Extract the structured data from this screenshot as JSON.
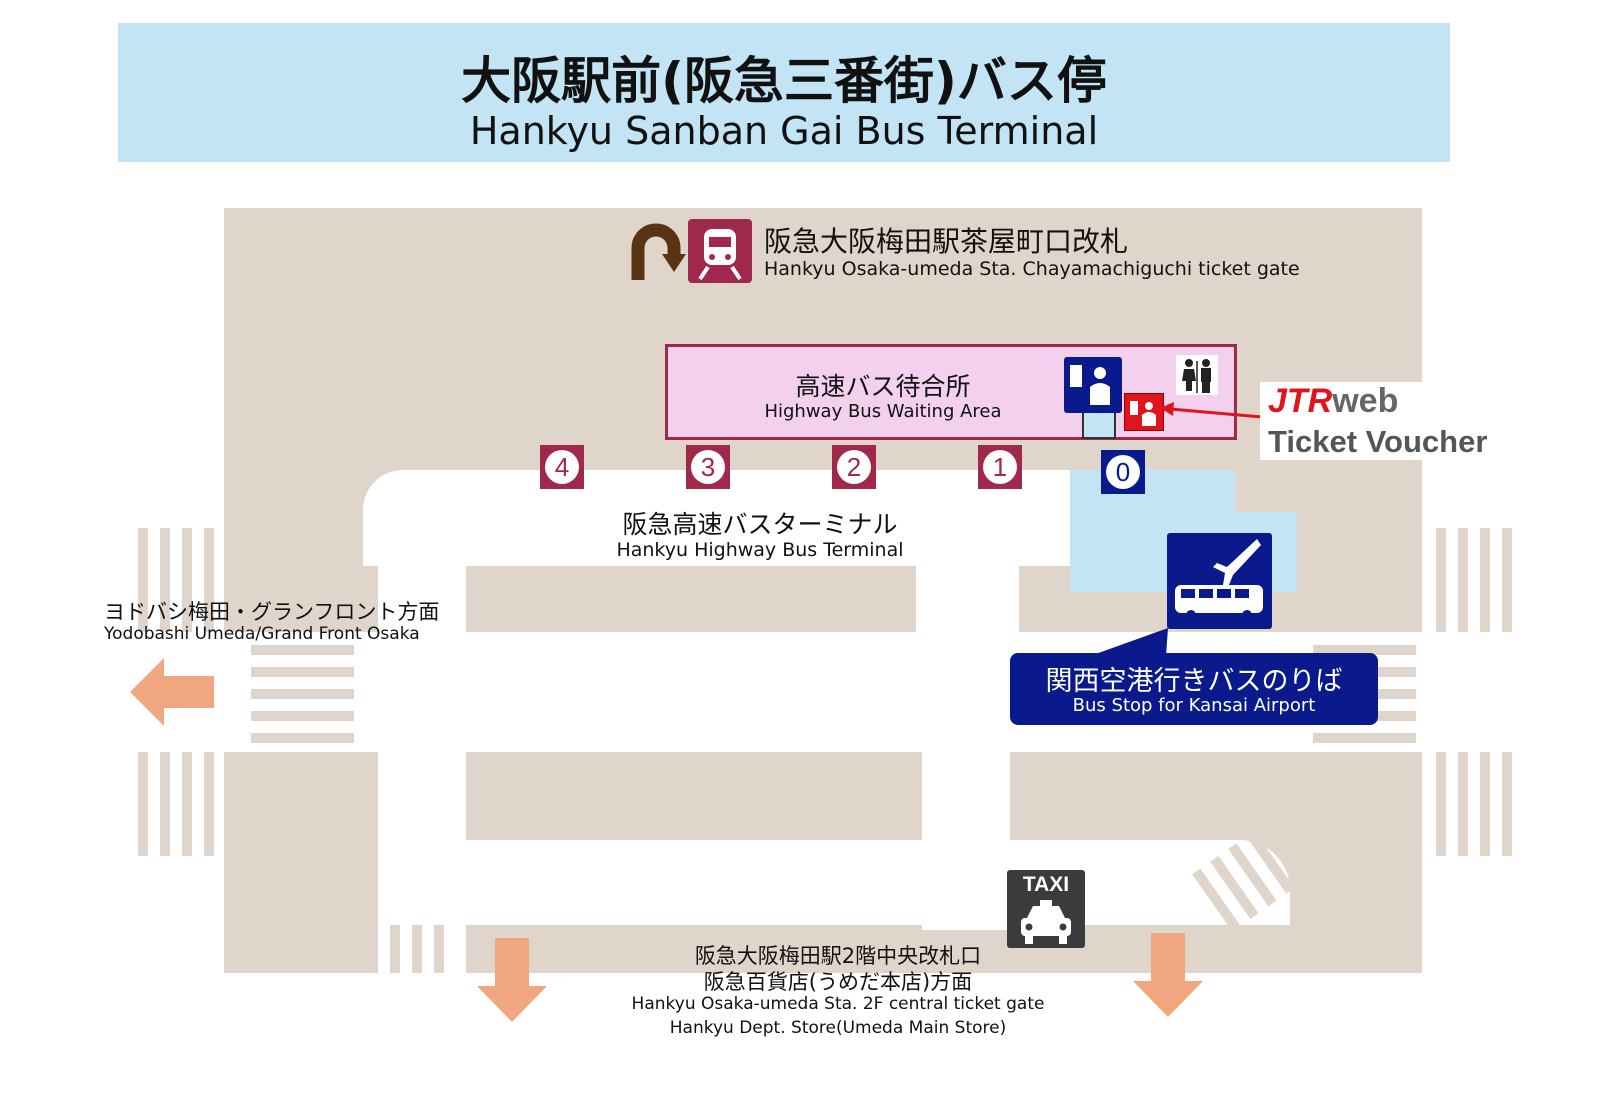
{
  "header": {
    "title_ja": "大阪駅前(阪急三番街)バス停",
    "title_en": "Hankyu Sanban Gai Bus Terminal"
  },
  "colors": {
    "header_bg": "#c3e4f5",
    "ground": "#e0d5ca",
    "stop_maroon": "#a0284a",
    "navy": "#0a1a8c",
    "arrow": "#f0a77f"
  },
  "gate_top": {
    "ja": "阪急大阪梅田駅茶屋町口改札",
    "en": "Hankyu Osaka-umeda Sta. Chayamachiguchi ticket gate",
    "icons": [
      "u-turn-arrow-icon",
      "train-icon"
    ]
  },
  "waiting_area": {
    "ja": "高速バス待合所",
    "en": "Highway Bus Waiting Area",
    "icons": [
      "ticket-counter-icon",
      "restroom-icon"
    ]
  },
  "voucher": {
    "brand_red": "JTR",
    "brand_gray": "web",
    "label": "Ticket Voucher"
  },
  "stops": [
    "4",
    "3",
    "2",
    "1",
    "0"
  ],
  "terminal": {
    "ja": "阪急高速バスターミナル",
    "en": "Hankyu Highway Bus Terminal"
  },
  "west": {
    "ja": "ヨドバシ梅田・グランフロント方面",
    "en": "Yodobashi Umeda/Grand Front Osaka"
  },
  "airport": {
    "ja": "関西空港行きバスのりば",
    "en": "Bus Stop for Kansai Airport"
  },
  "taxi": {
    "label": "TAXI"
  },
  "south": {
    "ja1": "阪急大阪梅田駅2階中央改札口",
    "ja2": "阪急百貨店(うめだ本店)方面",
    "en1": "Hankyu Osaka-umeda Sta. 2F central ticket gate",
    "en2": "Hankyu Dept. Store(Umeda Main Store)"
  }
}
